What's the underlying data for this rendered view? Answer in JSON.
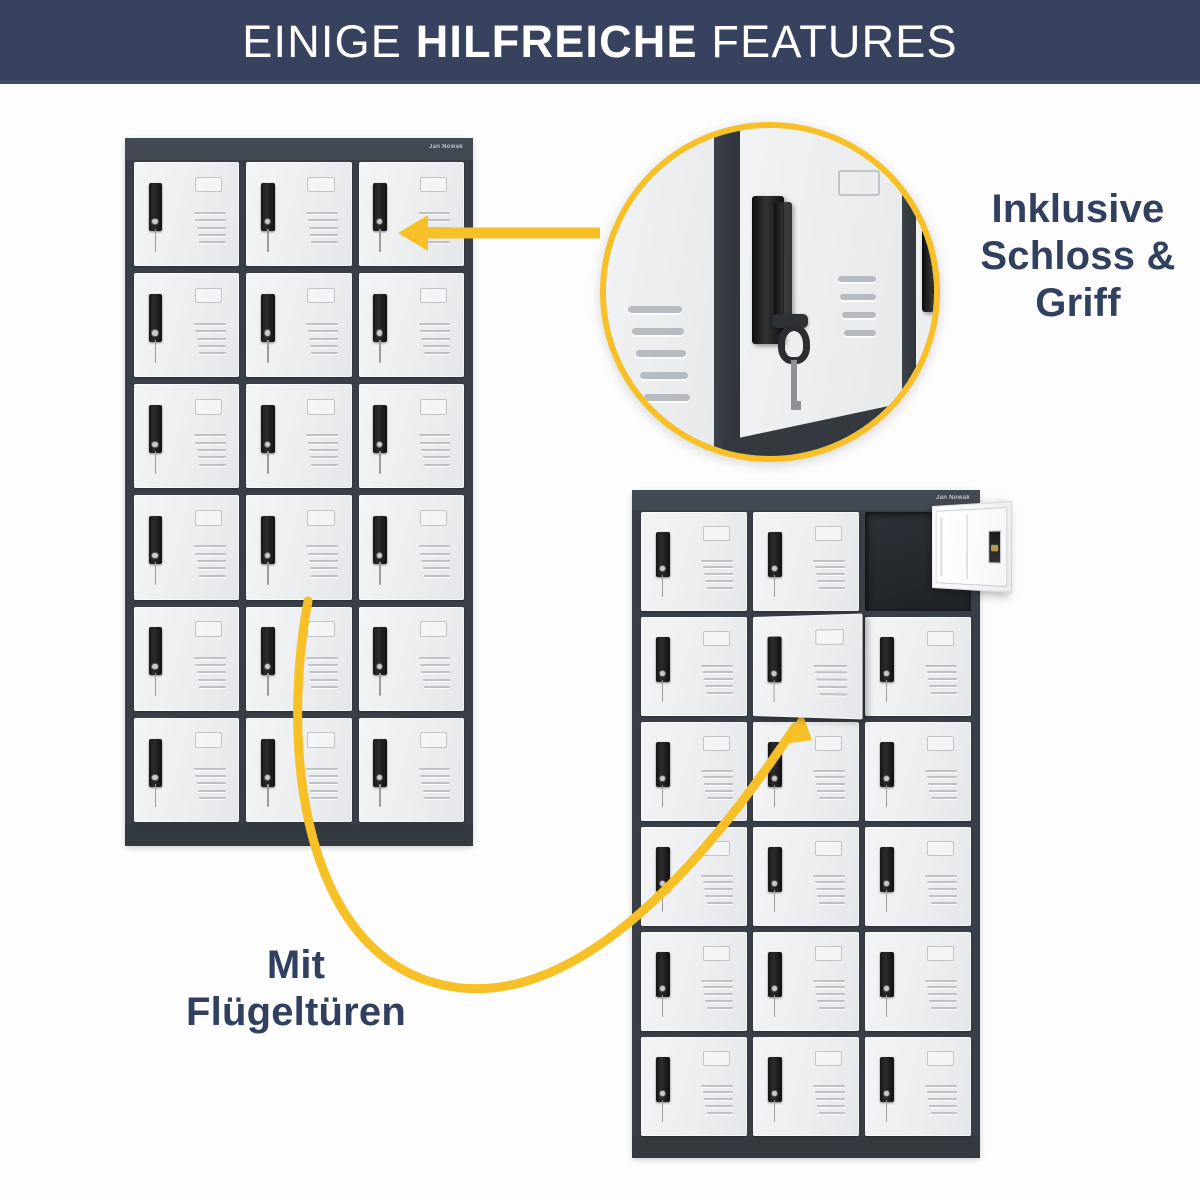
{
  "banner": {
    "text_before": "EINIGE ",
    "text_bold": "HILFREICHE",
    "text_after": " FEATURES",
    "bg_color": "#37435e",
    "text_color": "#ffffff"
  },
  "theme": {
    "accent_yellow": "#f6c026",
    "navy": "#32405f",
    "cabinet_body": "#3a3f47",
    "door_white": "#eef0f2",
    "background": "#fdfdfd"
  },
  "annotations": {
    "lock_label": "Inklusive\nSchloss &\nGriff",
    "lock_label_lines": [
      "Inklusive",
      "Schloss &",
      "Griff"
    ],
    "doors_label_lines": [
      "Mit",
      "Flügeltüren"
    ]
  },
  "brand": {
    "mark": "Jan Nowak"
  },
  "left_cabinet": {
    "name": "locker-cabinet-closed",
    "columns": 3,
    "rows": 6,
    "door_count": 18,
    "door_state": "all-closed",
    "features": [
      "handle",
      "lock",
      "key",
      "nameplate",
      "ventilation-slots"
    ],
    "vent_slot_count": 5
  },
  "right_cabinet": {
    "name": "locker-cabinet-open",
    "columns": 3,
    "rows": 6,
    "door_count": 18,
    "open_door": {
      "row": 1,
      "column": 3,
      "state": "swung-open"
    },
    "ajar_door": {
      "row": 2,
      "column": 2,
      "state": "ajar"
    },
    "vent_slot_count": 5
  },
  "detail_inset": {
    "name": "lock-and-handle-closeup",
    "shows": [
      "vertical-black-handle",
      "cylinder-lock",
      "inserted-key",
      "ventilation-slots"
    ],
    "border_color": "#f6c026"
  },
  "arrows": [
    {
      "name": "arrow-to-lock-detail",
      "style": "straight",
      "from": "detail-inset",
      "to": "left-cabinet-row1-col3-door"
    },
    {
      "name": "arrow-to-wing-door",
      "style": "curved",
      "from": "mit-fluegeltueren-label",
      "to": "right-cabinet-row2-col2-door"
    }
  ]
}
